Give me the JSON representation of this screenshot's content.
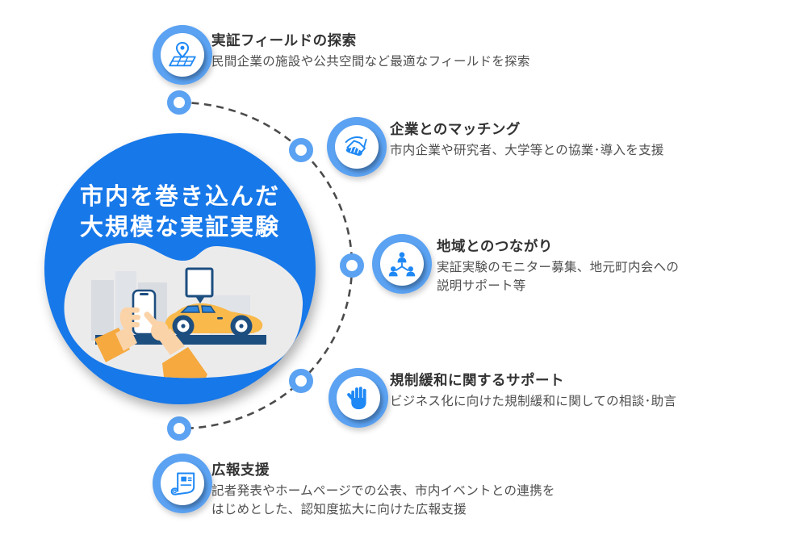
{
  "hero": {
    "title_line1": "市内を巻き込んだ",
    "title_line2": "大規模な実証実験",
    "illustration": "hand-holding-smartphone-pointing-at-yellow-car-in-city"
  },
  "steps": [
    {
      "icon": "map-pin-icon",
      "title": "実証フィールドの探索",
      "description": "民間企業の施設や公共空間など最適なフィールドを探索"
    },
    {
      "icon": "handshake-icon",
      "title": "企業とのマッチング",
      "description": "市内企業や研究者、大学等との協業･導入を支援"
    },
    {
      "icon": "community-network-icon",
      "title": "地域とのつながり",
      "description": "実証実験のモニター募集、地元町内会への\n説明サポート等"
    },
    {
      "icon": "hand-stop-icon",
      "title": "規制緩和に関するサポート",
      "description": "ビジネス化に向けた規制緩和に関しての相談･助言"
    },
    {
      "icon": "press-release-icon",
      "title": "広報支援",
      "description": "記者発表やホームページでの公表、市内イベントとの連携を\nはじめとした、認知度拡大に向けた広報支援"
    }
  ],
  "colors": {
    "hero_circle": "#1778E9",
    "icon_ring": "#5BA2F2",
    "icon_glyph": "#1E88F5",
    "dashed_line": "#4B4B4B",
    "navy_accent": "#1D4E80",
    "car_yellow": "#F9B94B",
    "sleeve_orange": "#F5A93F",
    "skin": "#FBD3A8",
    "blob_gray": "#EBEBEB",
    "title_text": "#333333",
    "body_text": "#4F4F4F"
  }
}
